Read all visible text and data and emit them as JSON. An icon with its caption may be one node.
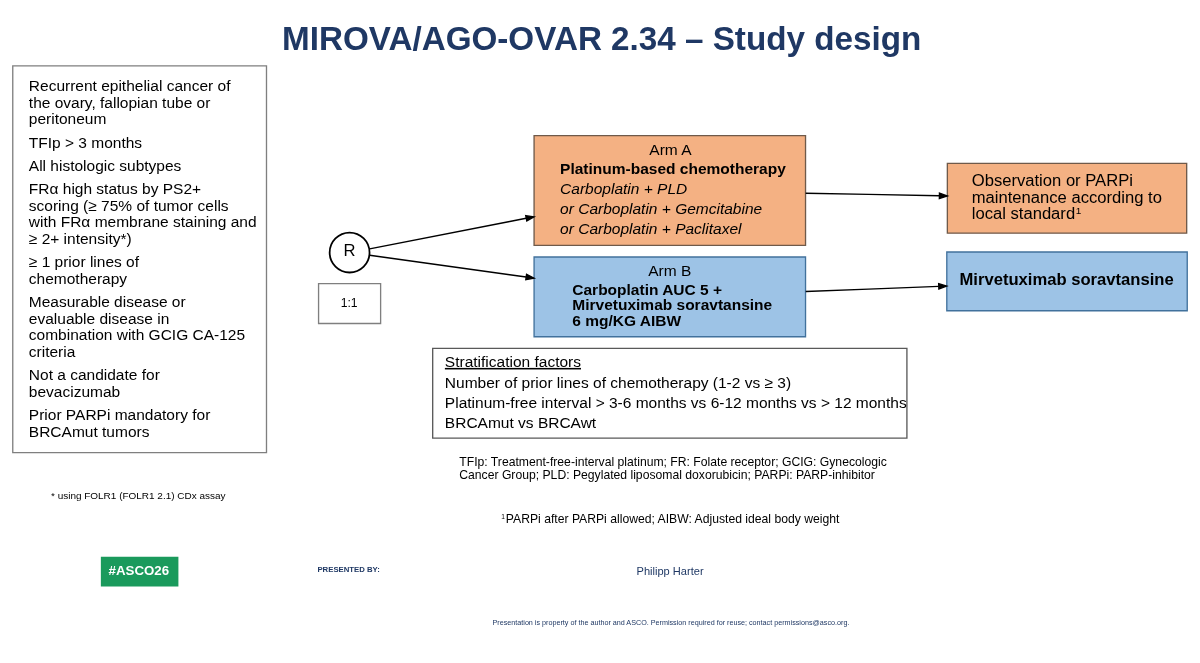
{
  "diagram": {
    "title": "MIROVA/AGO-OVAR 2.34 – Study design",
    "nodes": [
      {
        "text": [
          "Recurrent epithelial cancer of the ovary, fallopian tube or peritoneum",
          "TFIp > 3 months",
          "All histologic subtypes",
          "FRα high status by PS2+ scoring (≥ 75% of tumor cells with FRα membrane staining and ≥ 2+ intensity*)",
          "≥ 1 prior lines of chemotherapy",
          "Measurable disease or evaluable disease in combination with GCIG CA-125 criteria",
          "Not a candidate for bevacizumab",
          "Prior PARPi mandatory for BRCAmut tumors"
        ]
      },
      {
        "text": [
          "R"
        ]
      },
      {
        "text": [
          "1:1"
        ]
      },
      {
        "text": [
          "Arm A",
          "Platinum-based chemotherapy",
          "Carboplatin + PLD",
          "or Carboplatin + Gemcitabine",
          "or Carboplatin + Paclitaxel"
        ]
      },
      {
        "text": [
          "Observation or PARPi maintenance according to local standard$^{1}$"
        ]
      },
      {
        "text": [
          "Arm B",
          "Carboplatin AUC 5 + Mirvetuximab soravtansine 6 mg/KG AIBW"
        ]
      },
      {
        "text": [
          "Mirvetuximab soravtansine"
        ]
      },
      {
        "text": [
          "Stratification factors",
          "Number of prior lines of chemotherapy (1-2 vs ≥ 3)",
          "Platinum-free interval > 3-6 months vs 6-12 months vs > 12 months",
          "BRCAmut vs BRCAwt"
        ]
      }
    ],
    "edges": [
      {
        "from": 1,
        "to": 3,
        "arrow": "to"
      },
      {
        "from": 1,
        "to": 5,
        "arrow": "to"
      },
      {
        "from": 3,
        "to": 4,
        "arrow": "to"
      },
      {
        "from": 5,
        "to": 6,
        "arrow": "to"
      }
    ],
    "labels": [
      "* using FOLR1 (FOLR1 2.1) CDx assay",
      "TFIp: Treatment-free-interval platinum; FR: Folate receptor; GCIG: Gynecologic Cancer Group; PLD: Pegylated liposomal doxorubicin; PARPi: PARP-inhibitor",
      "$^{1}$PARPi after PARPi allowed; AIBW: Adjusted ideal body weight",
      "#ASCO26",
      "PRESENTED BY:",
      "Philipp Harter",
      "Presentation is property of the author and ASCO. Permission required for reuse; contact permissions@asco.org."
    ]
  }
}
